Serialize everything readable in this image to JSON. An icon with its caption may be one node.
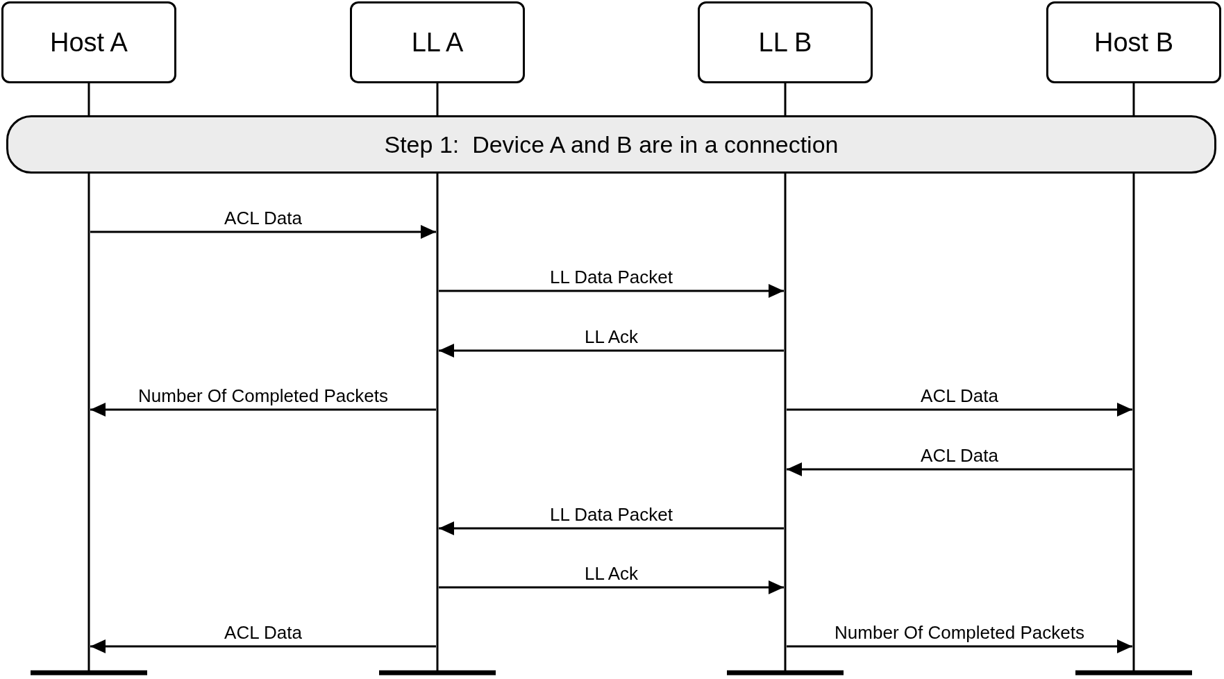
{
  "diagram": {
    "nodes": [
      {
        "text": [
          "Host A"
        ]
      },
      {
        "text": [
          "LL A"
        ]
      },
      {
        "text": [
          "LL B"
        ]
      },
      {
        "text": [
          "Host B"
        ]
      },
      {
        "text": [
          "Step 1:  Device A and B are in a connection"
        ]
      }
    ],
    "edges": [
      {
        "from": 0,
        "to": 1,
        "arrow": "to",
        "label": "ACL Data"
      },
      {
        "from": 1,
        "to": 2,
        "arrow": "to",
        "label": "LL Data Packet"
      },
      {
        "from": 2,
        "to": 1,
        "arrow": "to",
        "label": "LL Ack"
      },
      {
        "from": 1,
        "to": 0,
        "arrow": "to",
        "label": "Number Of Completed Packets"
      },
      {
        "from": 2,
        "to": 3,
        "arrow": "to",
        "label": "ACL Data"
      },
      {
        "from": 3,
        "to": 2,
        "arrow": "to",
        "label": "ACL Data"
      },
      {
        "from": 2,
        "to": 1,
        "arrow": "to",
        "label": "LL Data Packet"
      },
      {
        "from": 1,
        "to": 2,
        "arrow": "to",
        "label": "LL Ack"
      },
      {
        "from": 1,
        "to": 0,
        "arrow": "to",
        "label": "ACL Data"
      },
      {
        "from": 2,
        "to": 3,
        "arrow": "to",
        "label": "Number Of Completed Packets"
      }
    ]
  }
}
